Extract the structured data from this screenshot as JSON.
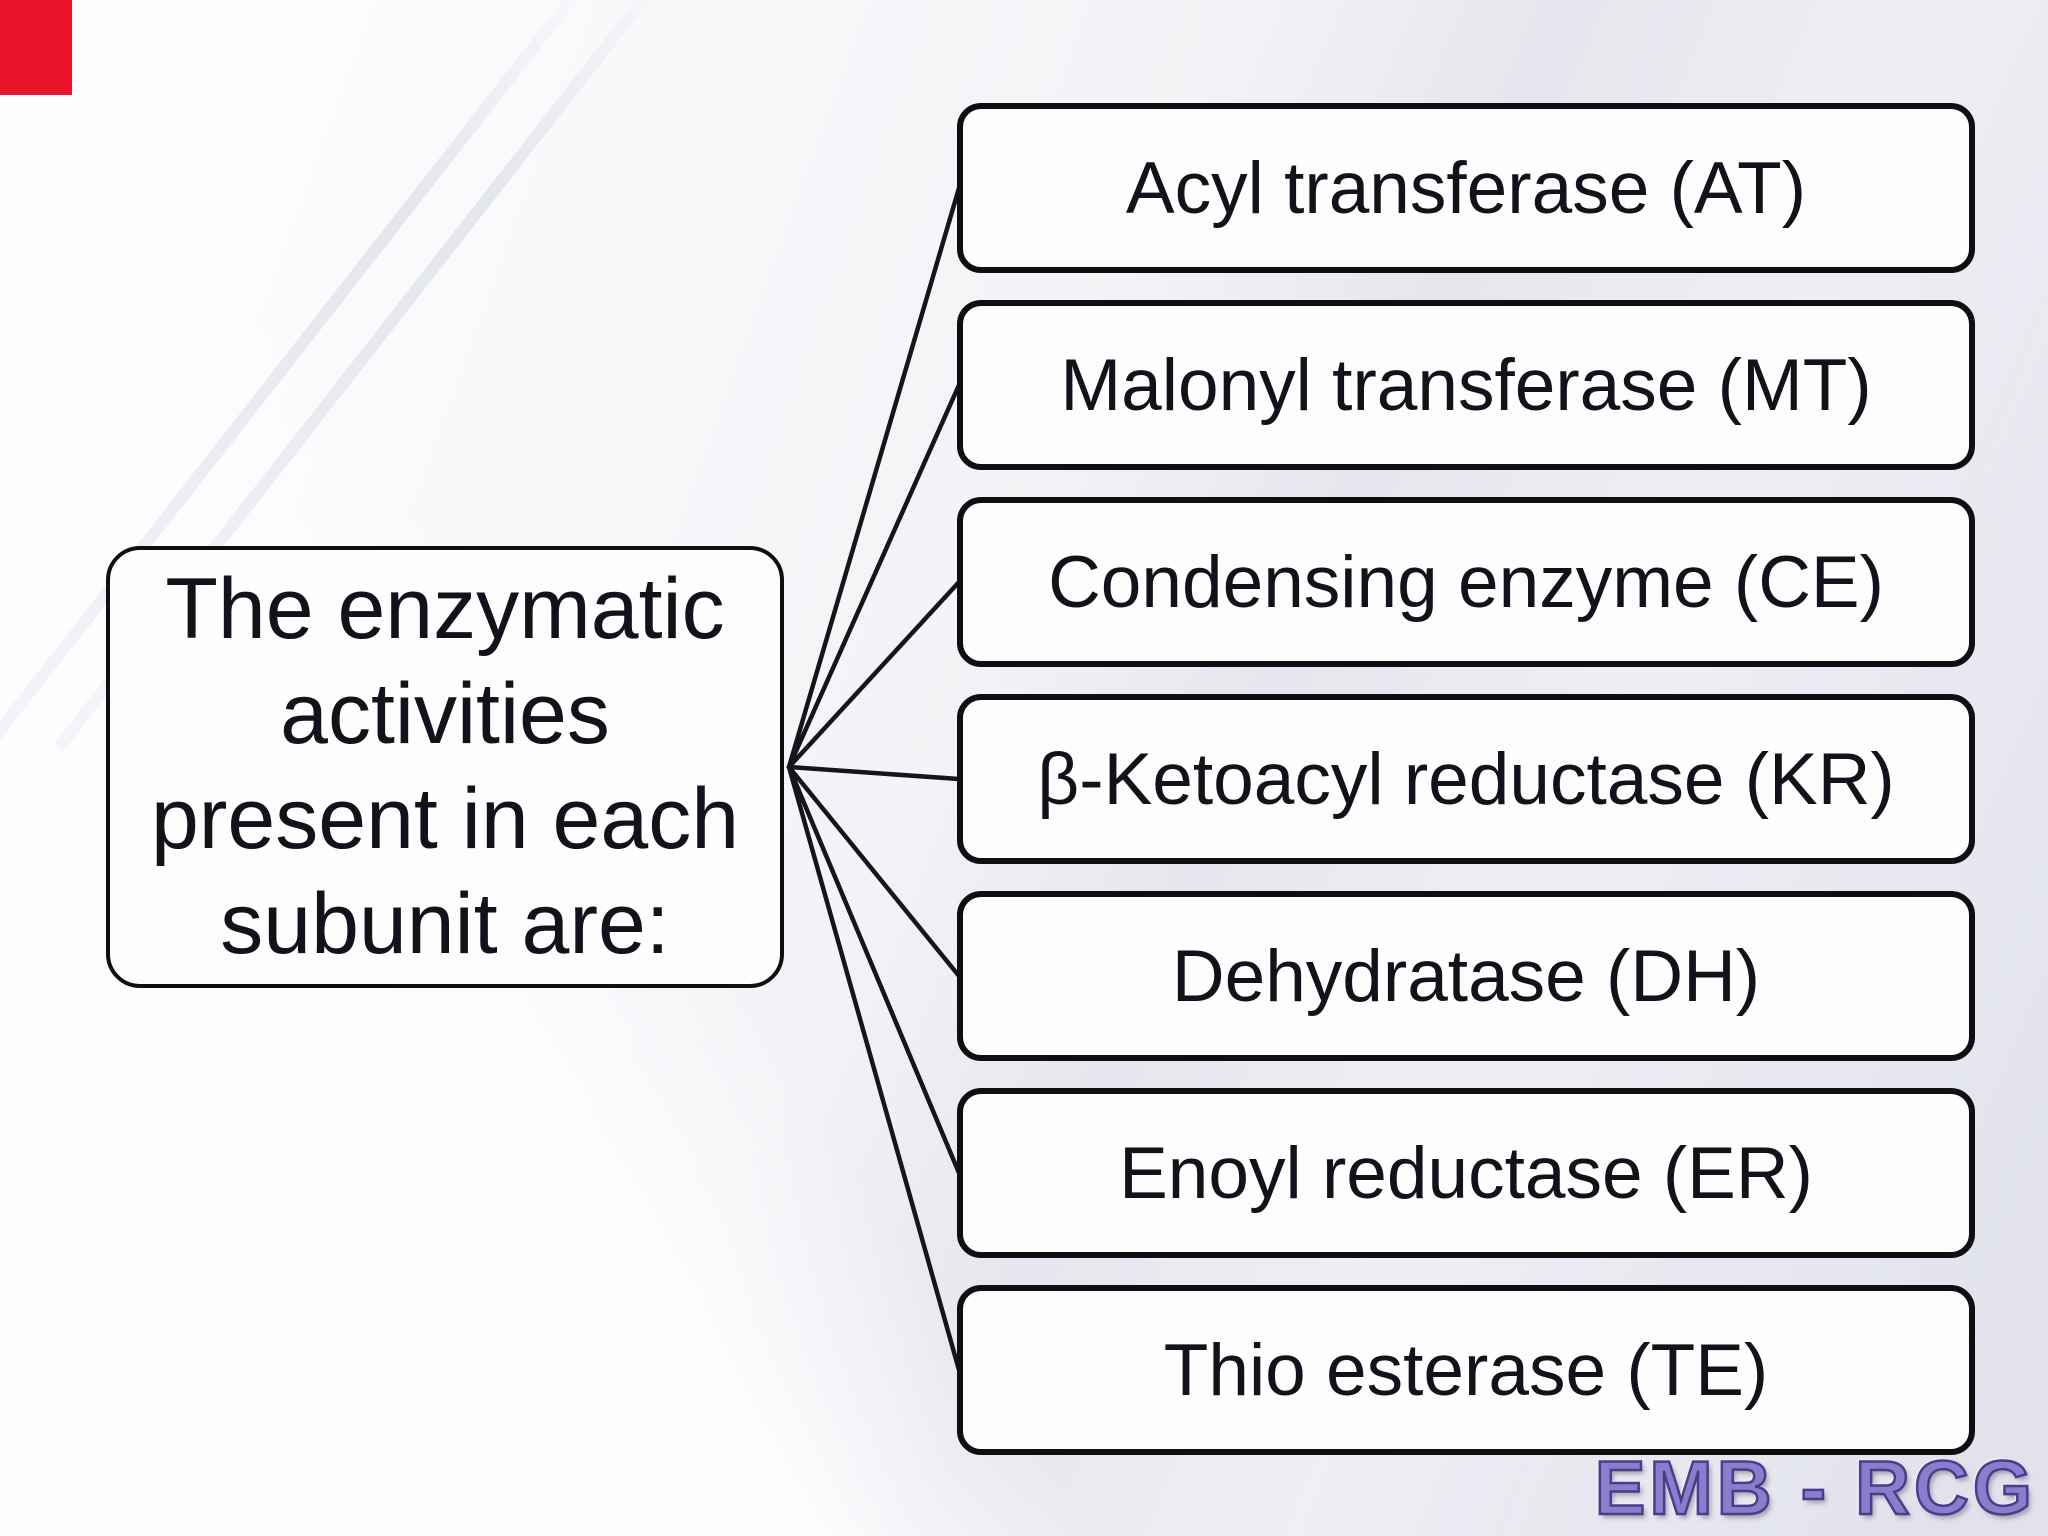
{
  "diagram": {
    "root_box": {
      "lines": [
        "The enzymatic",
        "activities",
        "present in each",
        "subunit are:"
      ]
    },
    "branch_boxes": [
      {
        "label": "Acyl transferase (AT)"
      },
      {
        "label": "Malonyl transferase (MT)"
      },
      {
        "label": "Condensing enzyme (CE)"
      },
      {
        "label": "β-Ketoacyl reductase (KR)"
      },
      {
        "label": "Dehydratase (DH)"
      },
      {
        "label": "Enoyl reductase (ER)"
      },
      {
        "label": "Thio esterase (TE)"
      }
    ],
    "style": {
      "box_fill": "#fdfdfe",
      "box_border": "#0e0e13",
      "connector_color": "#15151a",
      "text_color": "#12121a"
    }
  },
  "watermark": {
    "text": "EMB - RCG",
    "fill_color": "#8b7ccc",
    "outline_color": "#4c3c8c"
  },
  "artifact": {
    "color": "#e9132c"
  }
}
